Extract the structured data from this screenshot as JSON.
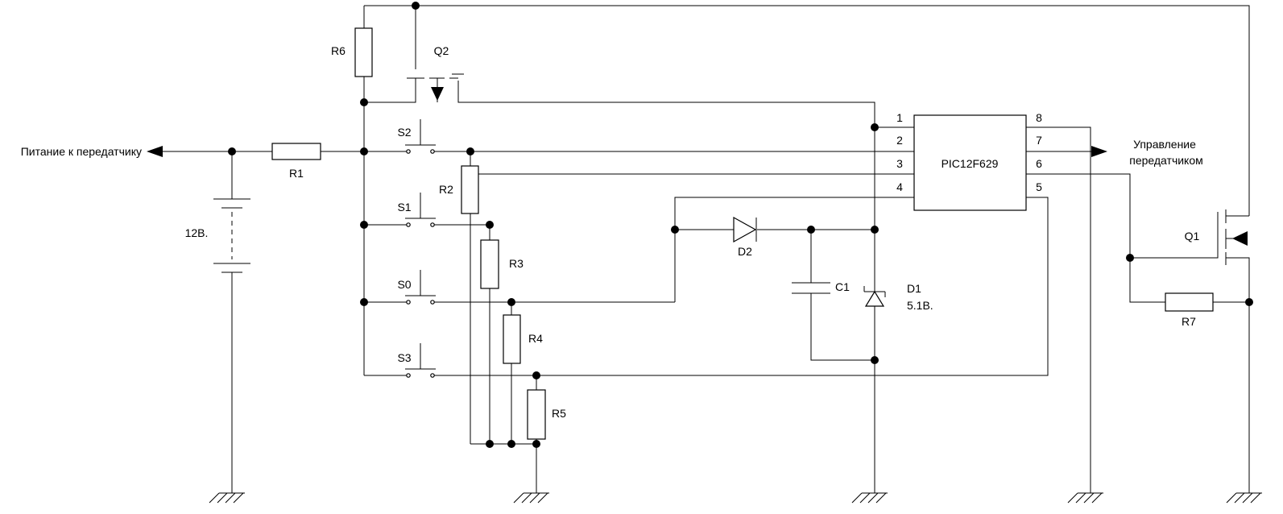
{
  "labels": {
    "supply_output": "Питание к передатчику",
    "control_output_line1": "Управление",
    "control_output_line2": "передатчиком",
    "battery_voltage": "12В."
  },
  "components": {
    "R1": "R1",
    "R2": "R2",
    "R3": "R3",
    "R4": "R4",
    "R5": "R5",
    "R6": "R6",
    "R7": "R7",
    "S0": "S0",
    "S1": "S1",
    "S2": "S2",
    "S3": "S3",
    "Q1": "Q1",
    "Q2": "Q2",
    "C1": "C1",
    "D1": "D1",
    "D1_value": "5.1В.",
    "D2": "D2",
    "mcu": "PIC12F629"
  },
  "mcu_pins": {
    "left": [
      "1",
      "2",
      "3",
      "4"
    ],
    "right": [
      "8",
      "7",
      "6",
      "5"
    ]
  }
}
